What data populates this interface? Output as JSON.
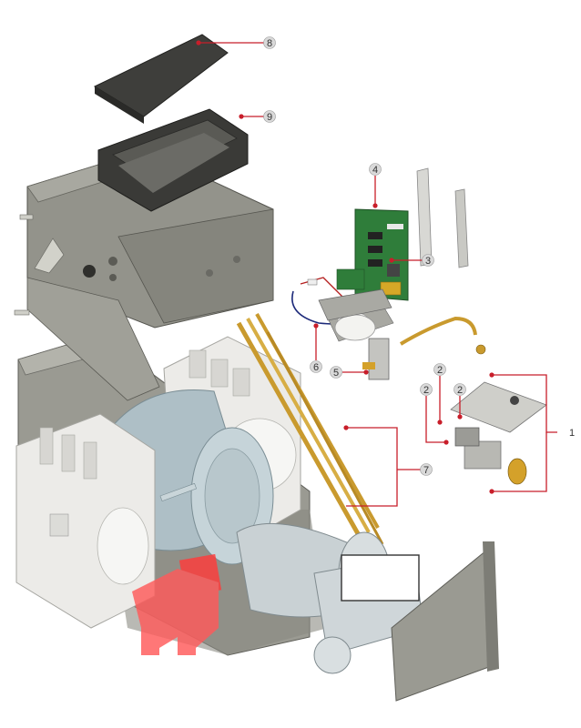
{
  "figure": {
    "callouts": [
      {
        "id": "8",
        "label": "8"
      },
      {
        "id": "9",
        "label": "9"
      },
      {
        "id": "4",
        "label": "4"
      },
      {
        "id": "3",
        "label": "3"
      },
      {
        "id": "6",
        "label": "6"
      },
      {
        "id": "5",
        "label": "5"
      },
      {
        "id": "2a",
        "label": "2"
      },
      {
        "id": "2b",
        "label": "2"
      },
      {
        "id": "2c",
        "label": "2"
      },
      {
        "id": "1",
        "label": "1"
      },
      {
        "id": "7",
        "label": "7"
      }
    ],
    "colors": {
      "accent_red": "#c81e2a",
      "panel_gray": "#8f8f85",
      "cylinder_blue": "#aebfc6",
      "insulation_white": "#ecebe8",
      "hot_flow": "#ff3b3b",
      "pcb_green": "#2f7d3a",
      "copper": "#c99a2e"
    }
  }
}
